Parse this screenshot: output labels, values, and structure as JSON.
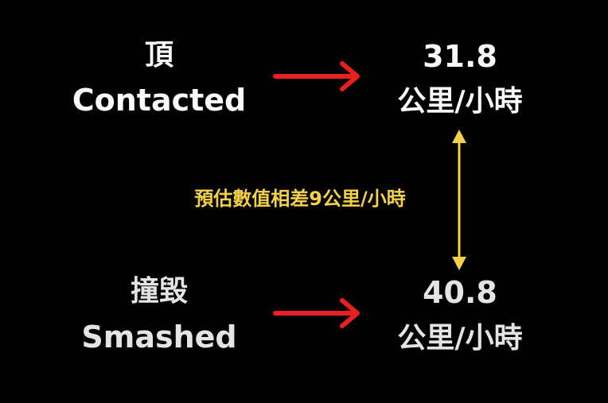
{
  "top": {
    "label_zh": "頂",
    "label_en": "Contacted",
    "value": "31.8",
    "unit": "公里/小時"
  },
  "bottom": {
    "label_zh": "撞毀",
    "label_en": "Smashed",
    "value": "40.8",
    "unit": "公里/小時"
  },
  "difference_note": "預估數值相差9公里/小時",
  "colors": {
    "background": "#000000",
    "arrow": "#e8211f",
    "difference": "#f5d14a",
    "top_text": "#fafafa",
    "bottom_text": "#e4e4e4"
  },
  "icons": {
    "right_arrow": "arrow-right",
    "double_arrow": "arrow-up-down"
  }
}
